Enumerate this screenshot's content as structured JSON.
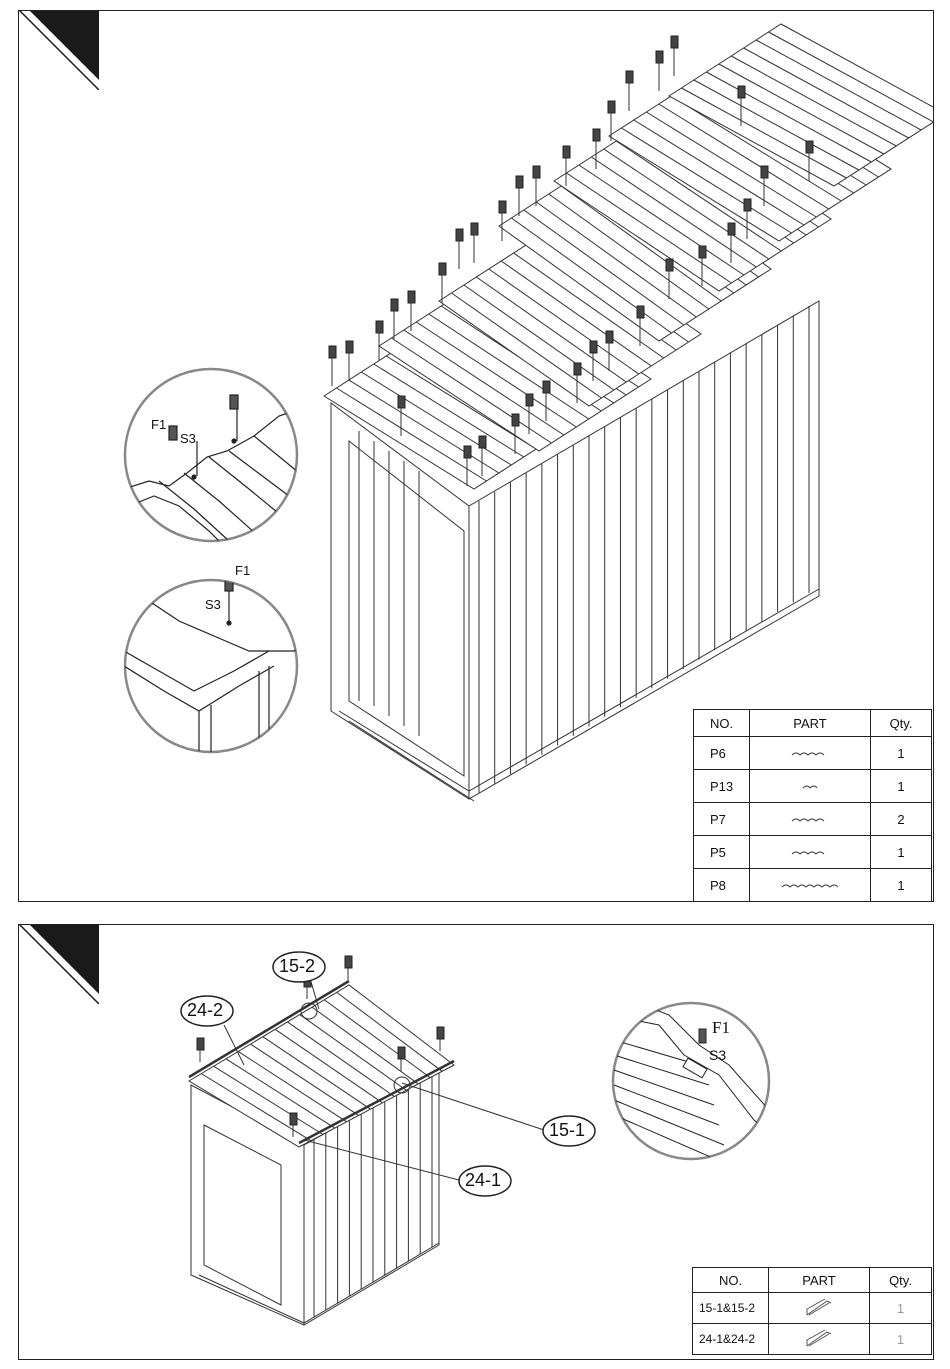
{
  "step1": {
    "detail_top": {
      "label_fastener": "F1",
      "label_screw": "S3"
    },
    "detail_bottom": {
      "label_fastener": "F1",
      "label_screw": "S3"
    },
    "table": {
      "headers": [
        "NO.",
        "PART",
        "Qty."
      ],
      "rows": [
        {
          "no": "P6",
          "qty": "1"
        },
        {
          "no": "P13",
          "qty": "1"
        },
        {
          "no": "P7",
          "qty": "2"
        },
        {
          "no": "P5",
          "qty": "1"
        },
        {
          "no": "P8",
          "qty": "1"
        }
      ]
    }
  },
  "step2": {
    "callouts": {
      "c15_2": "15-2",
      "c24_2": "24-2",
      "c15_1": "15-1",
      "c24_1": "24-1"
    },
    "detail": {
      "label_fastener": "F1",
      "label_screw": "S3"
    },
    "table": {
      "headers": [
        "NO.",
        "PART",
        "Qty."
      ],
      "rows": [
        {
          "no": "15-1&15-2",
          "qty": "1"
        },
        {
          "no": "24-1&24-2",
          "qty": "1"
        }
      ]
    }
  }
}
